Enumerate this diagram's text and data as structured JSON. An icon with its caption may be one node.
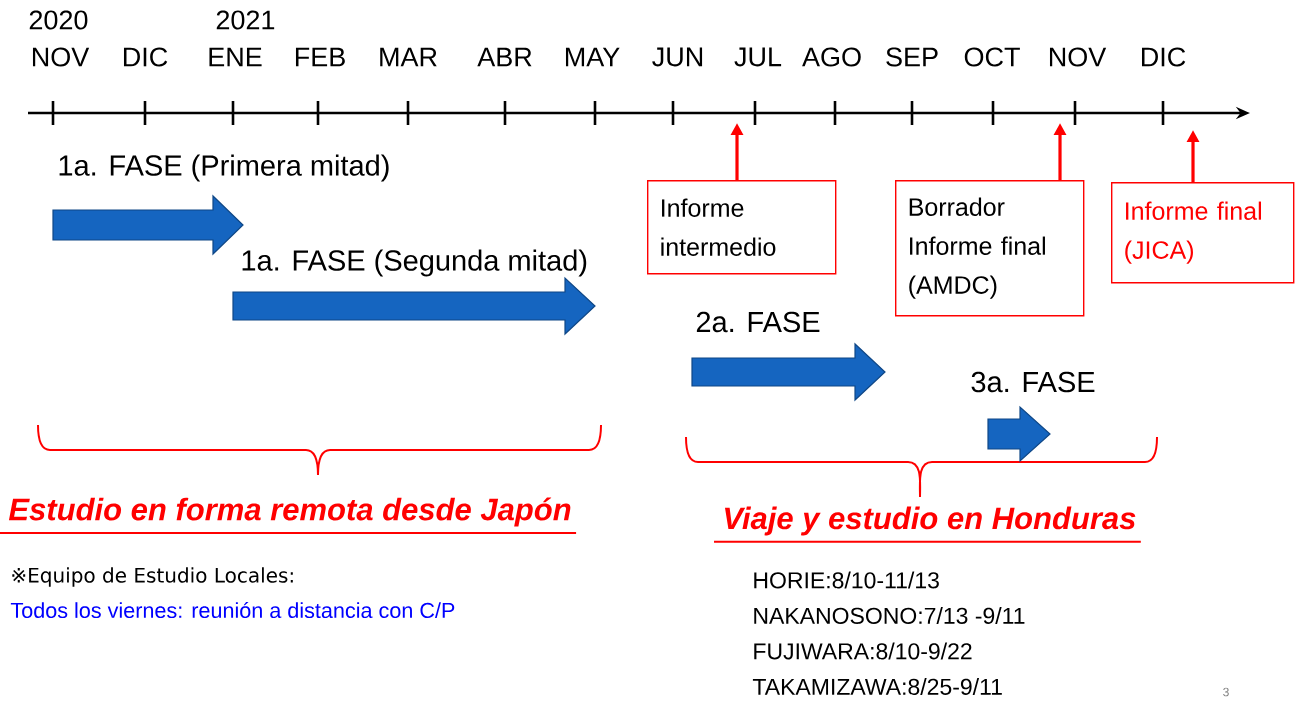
{
  "diagram": {
    "nodes": [
      {
        "text": [
          "1a. FASE (Primera mitad)"
        ]
      },
      {
        "text": [
          "1a. FASE (Segunda mitad)"
        ]
      },
      {
        "text": [
          "2a. FASE"
        ]
      },
      {
        "text": [
          "3a. FASE"
        ]
      },
      {
        "text": [
          "Informe intermedio"
        ]
      },
      {
        "text": [
          "Borrador Informe final (AMDC)"
        ]
      },
      {
        "text": [
          "Informe final (JICA)"
        ]
      }
    ],
    "edges": [
      {
        "from": 4,
        "to": null,
        "arrow": "to"
      },
      {
        "from": 5,
        "to": null,
        "arrow": "to"
      },
      {
        "from": 6,
        "to": null,
        "arrow": "to"
      }
    ],
    "labels": [
      "2020",
      "2021",
      "NOV",
      "DIC",
      "ENE",
      "FEB",
      "MAR",
      "ABR",
      "MAY",
      "JUN",
      "JUL",
      "AGO",
      "SEP",
      "OCT",
      "NOV",
      "DIC",
      "Estudio en forma remota desde Japón",
      "Viaje y estudio en Honduras",
      "※Equipo de Estudio Locales:",
      "Todos los viernes: reunión a distancia con C/P",
      "HORIE:8/10-11/13",
      "NAKANOSONO:7/13 -9/11",
      "FUJIWARA:8/10-9/22",
      "TAKAMIZAWA:8/25-9/11",
      "3"
    ]
  }
}
